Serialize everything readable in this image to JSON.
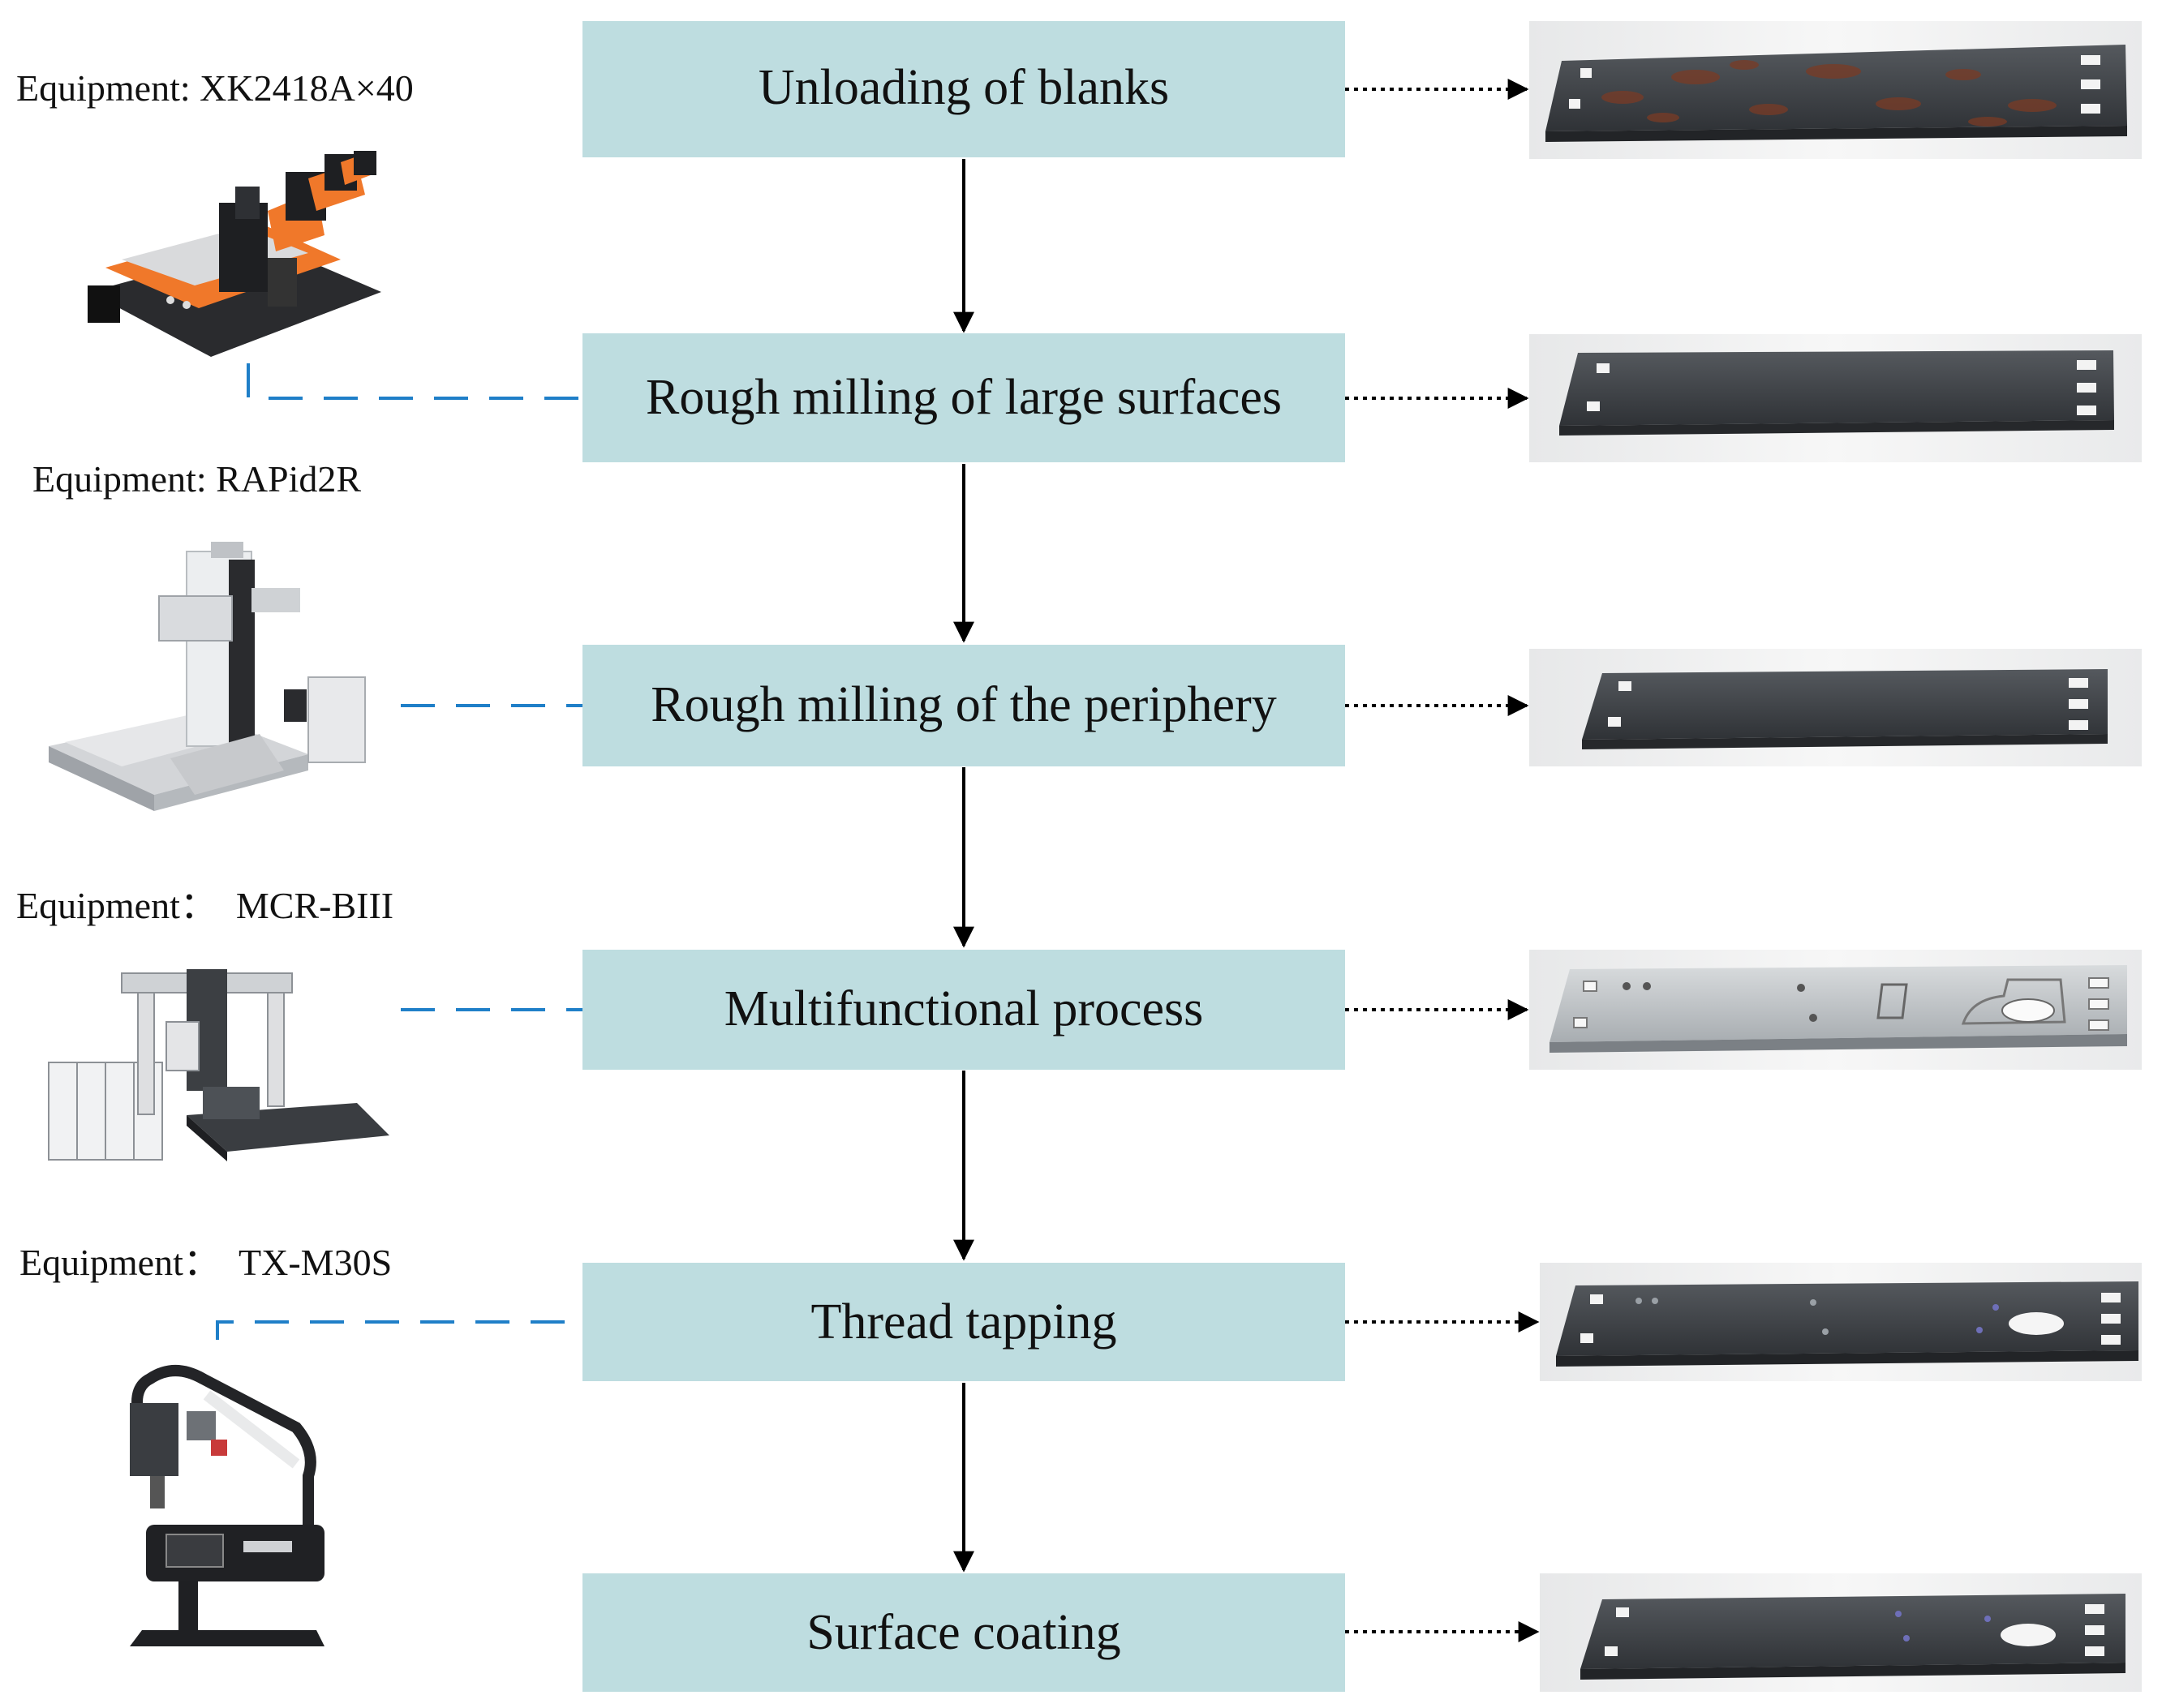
{
  "colors": {
    "step_box": "#bedde0",
    "arrow": "#000000",
    "equipment_link": "#1f7fc8",
    "machine_orange": "#f0782a",
    "machine_dark": "#1e1f22",
    "plate_dark": "#3f4246",
    "rust": "#7a3b25"
  },
  "steps": [
    {
      "label": "Unloading of blanks"
    },
    {
      "label": "Rough milling of large surfaces"
    },
    {
      "label": "Rough milling of the periphery"
    },
    {
      "label": "Multifunctional process"
    },
    {
      "label": "Thread tapping"
    },
    {
      "label": "Surface coating"
    }
  ],
  "equipment": [
    {
      "label": "Equipment: XK2418A×40",
      "icon": "gantry-milling-machine-icon"
    },
    {
      "label": "Equipment: RAPid2R",
      "icon": "floor-boring-machine-icon"
    },
    {
      "label": "Equipment：  MCR-BIII",
      "icon": "bridge-machining-center-icon"
    },
    {
      "label": "Equipment：  TX-M30S",
      "icon": "tapping-arm-machine-icon"
    }
  ],
  "part_images": [
    {
      "icon": "rusty-blank-plate-icon"
    },
    {
      "icon": "milled-plate-icon"
    },
    {
      "icon": "periphery-milled-plate-icon"
    },
    {
      "icon": "machined-plate-icon"
    },
    {
      "icon": "tapped-plate-icon"
    },
    {
      "icon": "coated-plate-icon"
    }
  ]
}
